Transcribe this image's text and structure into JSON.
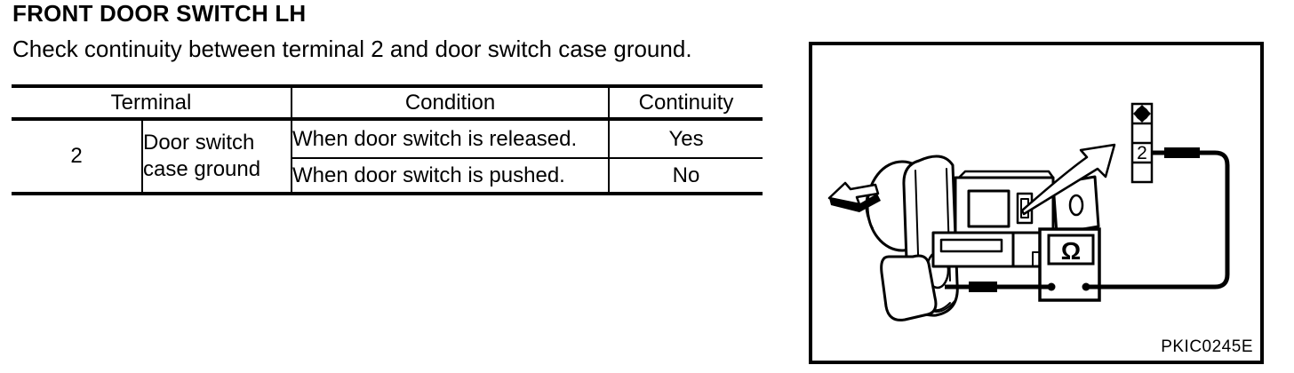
{
  "page": {
    "title": "FRONT DOOR SWITCH LH",
    "instruction": "Check continuity between terminal 2 and door switch case ground."
  },
  "table": {
    "headers": {
      "terminal": "Terminal",
      "condition": "Condition",
      "continuity": "Continuity"
    },
    "terminal_value": "2",
    "terminal_reference": "Door switch case ground",
    "rows": [
      {
        "condition": "When door switch is released.",
        "continuity": "Yes"
      },
      {
        "condition": "When door switch is pushed.",
        "continuity": "No"
      }
    ]
  },
  "figure": {
    "terminal_label": "2",
    "meter_symbol": "Ω",
    "code": "PKIC0245E",
    "ink_color": "#000000",
    "paper_color": "#ffffff"
  }
}
